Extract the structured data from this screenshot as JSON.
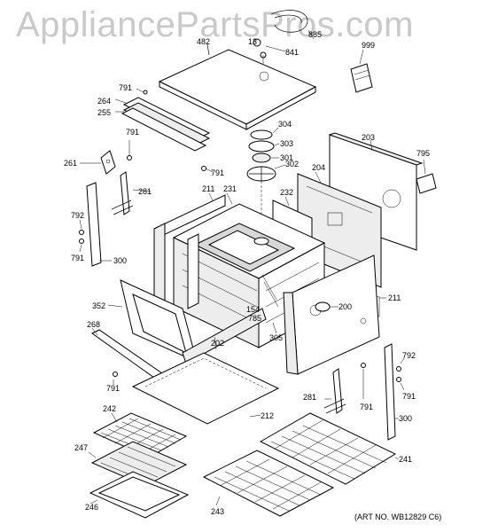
{
  "watermark": "AppliancePartsPros.com",
  "art_number": "(ART NO. WB12829 C6)",
  "labels": {
    "p482": "482",
    "p13": "13",
    "p885": "885",
    "p841": "841",
    "p999": "999",
    "p791a": "791",
    "p264": "264",
    "p255": "255",
    "p304": "304",
    "p303": "303",
    "p301": "301",
    "p302": "302",
    "p203": "203",
    "p795": "795",
    "p791b": "791",
    "p261": "261",
    "p281a": "281",
    "p791c": "791",
    "p211a": "211",
    "p231": "231",
    "p204": "204",
    "p232": "232",
    "p792a": "792",
    "p791d": "791",
    "p300a": "300",
    "p352": "352",
    "p154": "154",
    "p785": "785",
    "p200": "200",
    "p211b": "211",
    "p268": "268",
    "p202": "202",
    "p305": "305",
    "p792b": "792",
    "p791e": "791",
    "p281b": "281",
    "p791f": "791",
    "p791g": "791",
    "p300b": "300",
    "p212": "212",
    "p242": "242",
    "p247": "247",
    "p241": "241",
    "p246": "246",
    "p243": "243"
  }
}
